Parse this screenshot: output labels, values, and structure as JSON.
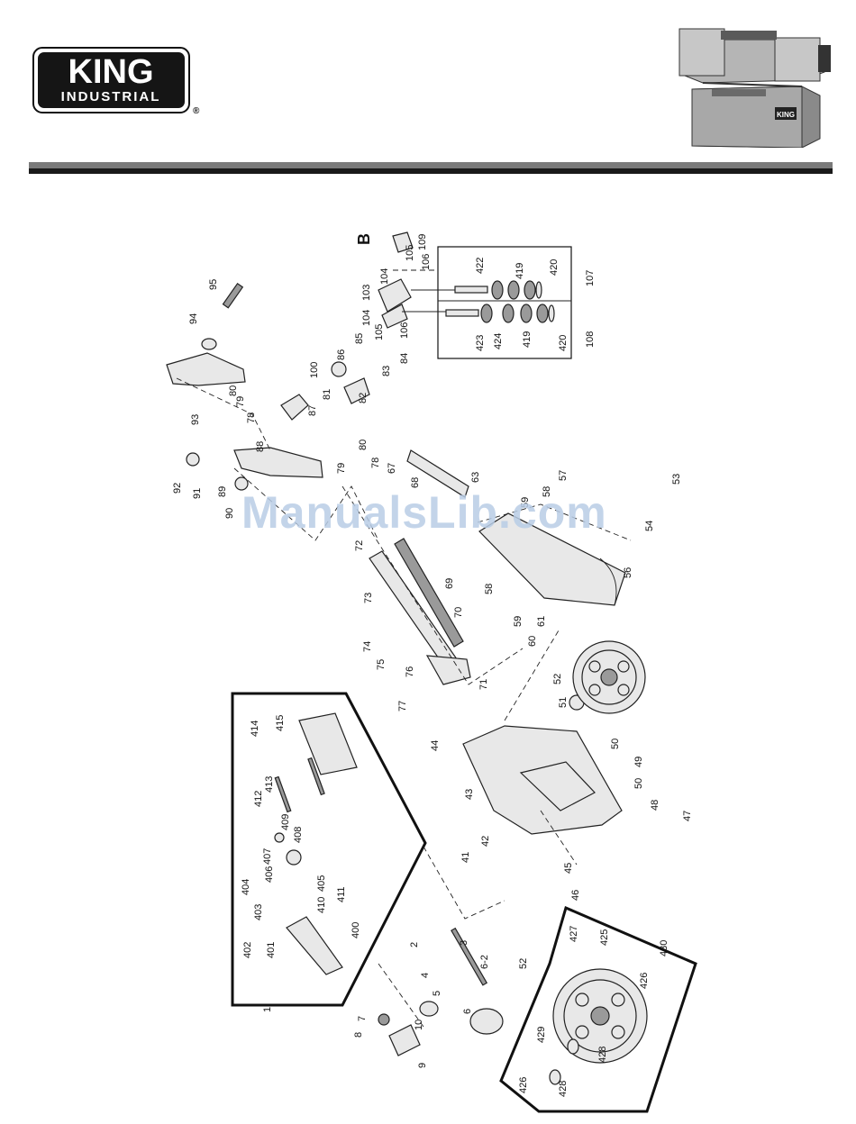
{
  "brand": {
    "name_line1": "KING",
    "name_line2": "INDUSTRIAL",
    "registered_mark": "®"
  },
  "product_photo": {
    "badge_text": "KING"
  },
  "watermark": {
    "text": "ManualsLib.com"
  },
  "diagram": {
    "section_marker": "B",
    "labels": {
      "l1": "1",
      "l2": "2",
      "l3": "3",
      "l4": "4",
      "l5": "5",
      "l6": "6",
      "l6_2": "6-2",
      "l7": "7",
      "l8": "8",
      "l9": "9",
      "l10": "10",
      "l41": "41",
      "l42": "42",
      "l43": "43",
      "l44": "44",
      "l45": "45",
      "l46": "46",
      "l47": "47",
      "l48": "48",
      "l49": "49",
      "l50a": "50",
      "l50b": "50",
      "l51": "51",
      "l52a": "52",
      "l52b": "52",
      "l53": "53",
      "l54": "54",
      "l56": "56",
      "l57": "57",
      "l58a": "58",
      "l58b": "58",
      "l59a": "59",
      "l59b": "59",
      "l60": "60",
      "l61": "61",
      "l63": "63",
      "l67": "67",
      "l68": "68",
      "l69": "69",
      "l70": "70",
      "l71": "71",
      "l72": "72",
      "l73": "73",
      "l74": "74",
      "l75": "75",
      "l76": "76",
      "l77": "77",
      "l78a": "78",
      "l78b": "78",
      "l79a": "79",
      "l79b": "79",
      "l80a": "80",
      "l80b": "80",
      "l81": "81",
      "l82": "82",
      "l83": "83",
      "l84": "84",
      "l85": "85",
      "l86": "86",
      "l87": "87",
      "l88": "88",
      "l89": "89",
      "l90": "90",
      "l91": "91",
      "l92": "92",
      "l93": "93",
      "l94": "94",
      "l95": "95",
      "l100": "100",
      "l103": "103",
      "l104a": "104",
      "l104b": "104",
      "l105a": "105",
      "l105b": "105",
      "l106a": "106",
      "l106b": "106",
      "l107": "107",
      "l108": "108",
      "l109": "109",
      "l400": "400",
      "l401": "401",
      "l402": "402",
      "l403": "403",
      "l404": "404",
      "l405": "405",
      "l406": "406",
      "l407": "407",
      "l408": "408",
      "l409": "409",
      "l410": "410",
      "l411": "411",
      "l412": "412",
      "l413": "413",
      "l414": "414",
      "l415": "415",
      "l419a": "419",
      "l419b": "419",
      "l420a": "420",
      "l420b": "420",
      "l422": "422",
      "l423": "423",
      "l424": "424",
      "l425": "425",
      "l426a": "426",
      "l426b": "426",
      "l427": "427",
      "l428a": "428",
      "l428b": "428",
      "l429": "429",
      "l430": "430"
    }
  }
}
